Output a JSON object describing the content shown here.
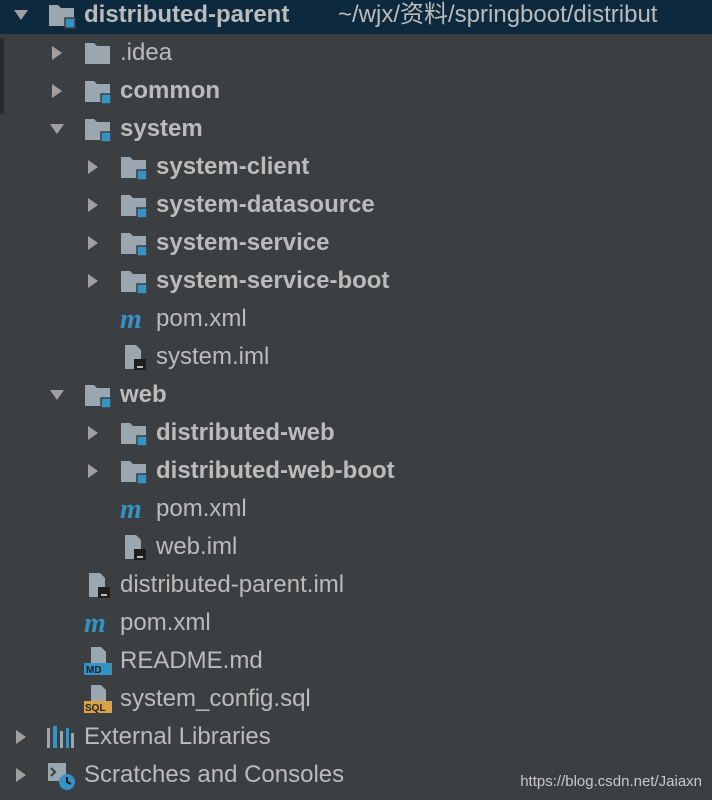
{
  "project_tree": {
    "root": {
      "name": "distributed-parent",
      "path": "~/wjx/资料/springboot/distribut",
      "expanded": true
    },
    "items": [
      {
        "label": "distributed-parent",
        "icon": "module-folder-icon",
        "toggle": "expanded",
        "depth": 0
      },
      {
        "label": ".idea",
        "icon": "folder-icon",
        "toggle": "collapsed",
        "depth": 1
      },
      {
        "label": "common",
        "icon": "module-folder-icon",
        "toggle": "collapsed",
        "depth": 1
      },
      {
        "label": "system",
        "icon": "module-folder-icon",
        "toggle": "expanded",
        "depth": 1
      },
      {
        "label": "system-client",
        "icon": "module-folder-icon",
        "toggle": "collapsed",
        "depth": 2
      },
      {
        "label": "system-datasource",
        "icon": "module-folder-icon",
        "toggle": "collapsed",
        "depth": 2
      },
      {
        "label": "system-service",
        "icon": "module-folder-icon",
        "toggle": "collapsed",
        "depth": 2
      },
      {
        "label": "system-service-boot",
        "icon": "module-folder-icon",
        "toggle": "collapsed",
        "depth": 2
      },
      {
        "label": "pom.xml",
        "icon": "maven-icon",
        "toggle": "none",
        "depth": 2
      },
      {
        "label": "system.iml",
        "icon": "iml-file-icon",
        "toggle": "none",
        "depth": 2
      },
      {
        "label": "web",
        "icon": "module-folder-icon",
        "toggle": "expanded",
        "depth": 1
      },
      {
        "label": "distributed-web",
        "icon": "module-folder-icon",
        "toggle": "collapsed",
        "depth": 2
      },
      {
        "label": "distributed-web-boot",
        "icon": "module-folder-icon",
        "toggle": "collapsed",
        "depth": 2
      },
      {
        "label": "pom.xml",
        "icon": "maven-icon",
        "toggle": "none",
        "depth": 2
      },
      {
        "label": "web.iml",
        "icon": "iml-file-icon",
        "toggle": "none",
        "depth": 2
      },
      {
        "label": "distributed-parent.iml",
        "icon": "iml-file-icon",
        "toggle": "none",
        "depth": 1
      },
      {
        "label": "pom.xml",
        "icon": "maven-icon",
        "toggle": "none",
        "depth": 1
      },
      {
        "label": "README.md",
        "icon": "markdown-file-icon",
        "toggle": "none",
        "depth": 1
      },
      {
        "label": "system_config.sql",
        "icon": "sql-file-icon",
        "toggle": "none",
        "depth": 1
      },
      {
        "label": "External Libraries",
        "icon": "libraries-icon",
        "toggle": "collapsed",
        "depth": 0
      },
      {
        "label": "Scratches and Consoles",
        "icon": "scratches-icon",
        "toggle": "collapsed",
        "depth": 0
      }
    ]
  },
  "watermark": "https://blog.csdn.net/Jaiaxn",
  "colors": {
    "background": "#3c3f41",
    "selection": "#0d293e",
    "text": "#bbbbbb",
    "folder": "#9aa7b0",
    "module_marker": "#3592c4",
    "maven": "#3592c4"
  }
}
